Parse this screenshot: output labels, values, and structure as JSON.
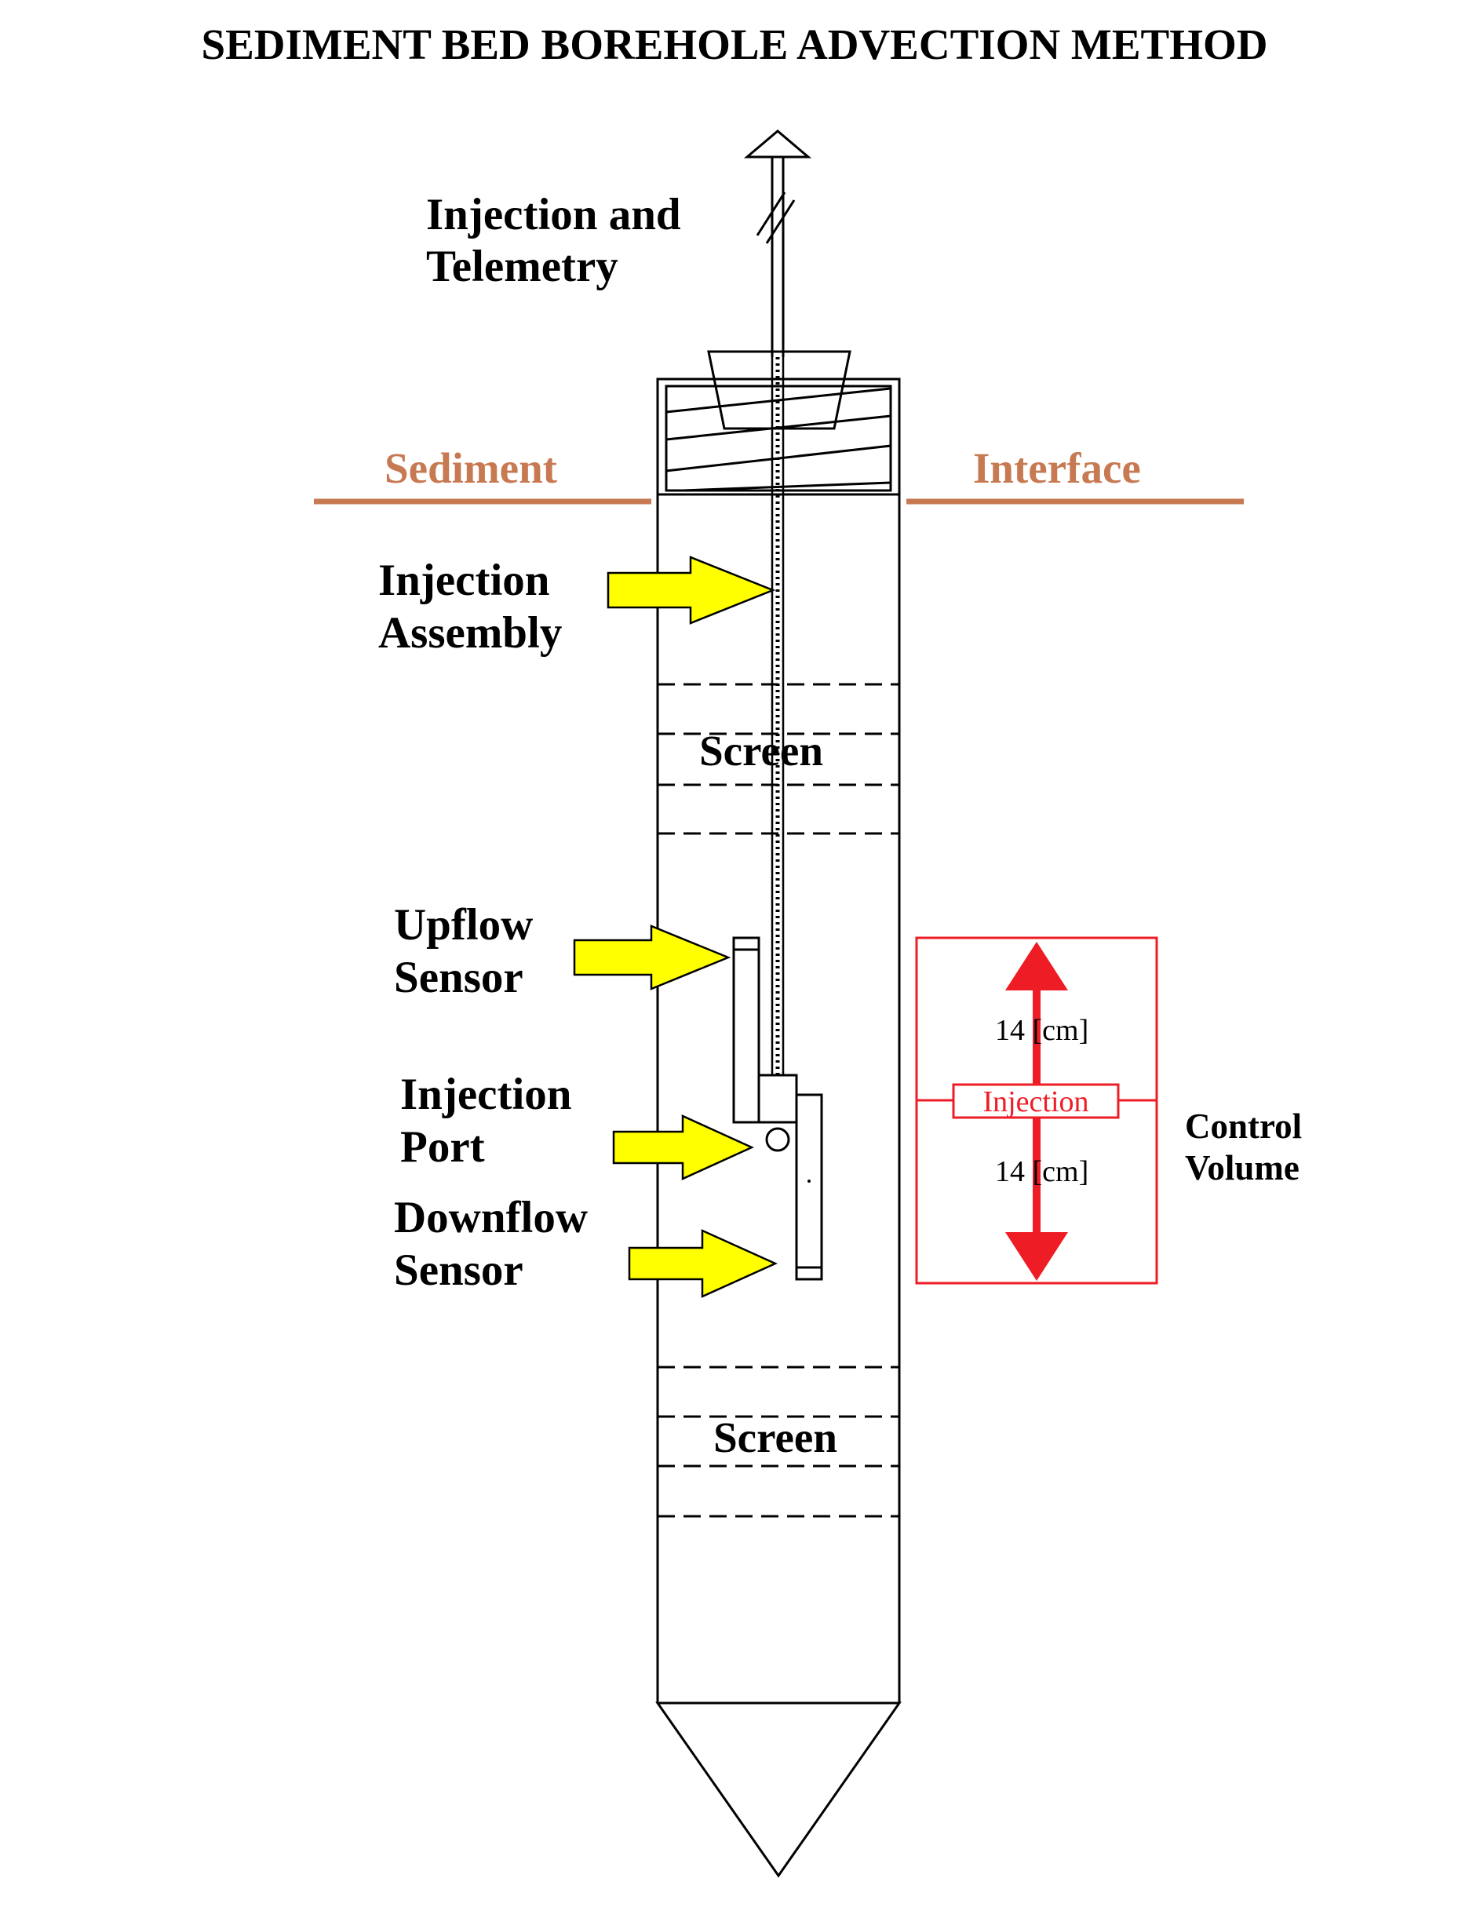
{
  "title": "SEDIMENT BED BOREHOLE ADVECTION METHOD",
  "labels": {
    "injection_telemetry": [
      "Injection and",
      "Telemetry"
    ],
    "injection_assembly": [
      "Injection",
      "Assembly"
    ],
    "upflow_sensor": [
      "Upflow",
      "Sensor"
    ],
    "injection_port": [
      "Injection",
      "Port"
    ],
    "downflow_sensor": [
      "Downflow",
      "Sensor"
    ],
    "screen_upper": "Screen",
    "screen_lower": "Screen",
    "control_volume": [
      "Control",
      "Volume"
    ]
  },
  "interface": {
    "left": "Sediment",
    "right": "Interface"
  },
  "control_volume_box": {
    "center_label": "Injection",
    "upper_dimension": "14 [cm]",
    "lower_dimension": "14 [cm]"
  },
  "colors": {
    "interface_line": "#c77a52",
    "pointer_arrows": "#ffff00",
    "control_volume": "#ee1c24",
    "outline": "#000000"
  }
}
